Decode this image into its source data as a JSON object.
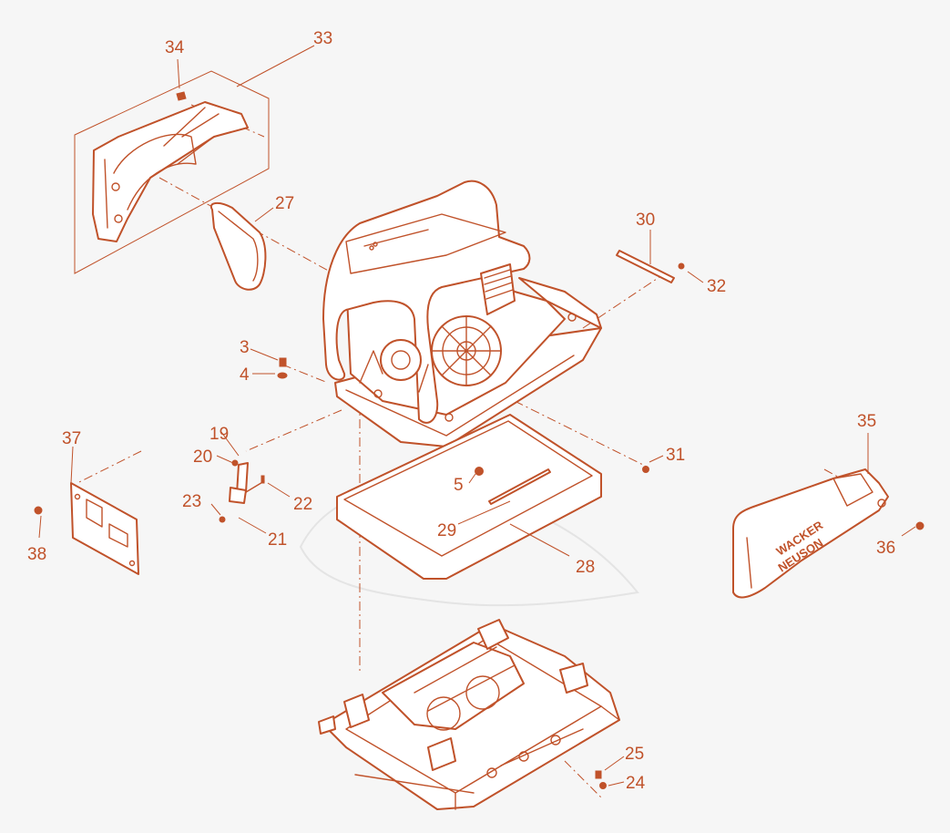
{
  "diagram": {
    "colors": {
      "line": "#c0522a",
      "background": "#f6f6f6",
      "part_fill": "#ffffff"
    },
    "callouts": {
      "c3": "3",
      "c4": "4",
      "c5": "5",
      "c19": "19",
      "c20": "20",
      "c21": "21",
      "c22": "22",
      "c23": "23",
      "c24": "24",
      "c25": "25",
      "c27": "27",
      "c28": "28",
      "c29": "29",
      "c30": "30",
      "c31": "31",
      "c32": "32",
      "c33": "33",
      "c34": "34",
      "c35": "35",
      "c36": "36",
      "c37": "37",
      "c38": "38"
    },
    "logo": {
      "line1": "WACKER",
      "line2": "NEUSON"
    }
  }
}
